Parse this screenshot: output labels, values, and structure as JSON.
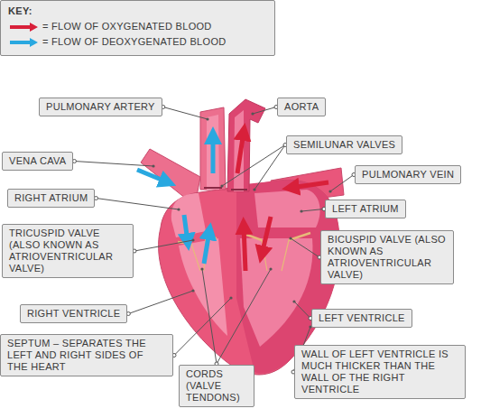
{
  "diagram": {
    "nodes": [
      {
        "text": [
          "KEY:"
        ]
      },
      {
        "text": [
          "PULMONARY ARTERY"
        ]
      },
      {
        "text": [
          "AORTA"
        ]
      },
      {
        "text": [
          "VENA CAVA"
        ]
      },
      {
        "text": [
          "SEMILUNAR VALVES"
        ]
      },
      {
        "text": [
          "PULMONARY VEIN"
        ]
      },
      {
        "text": [
          "RIGHT ATRIUM"
        ]
      },
      {
        "text": [
          "LEFT ATRIUM"
        ]
      },
      {
        "text": [
          "TRICUSPID VALVE (ALSO KNOWN AS ATRIOVENTRICULAR VALVE)"
        ]
      },
      {
        "text": [
          "BICUSPID VALVE (ALSO KNOWN AS ATRIOVENTRICULAR VALVE)"
        ]
      },
      {
        "text": [
          "RIGHT VENTRICLE"
        ]
      },
      {
        "text": [
          "LEFT VENTRICLE"
        ]
      },
      {
        "text": [
          "SEPTUM – SEPARATES THE LEFT AND RIGHT SIDES OF THE HEART"
        ]
      },
      {
        "text": [
          "CORDS (VALVE TENDONS)"
        ]
      },
      {
        "text": [
          "WALL OF LEFT VENTRICLE IS MUCH THICKER THAN THE WALL OF THE RIGHT VENTRICLE"
        ]
      }
    ],
    "legend": [
      {
        "text": "= FLOW OF OXYGENATED BLOOD"
      },
      {
        "text": "= FLOW OF DEOXYGENATED BLOOD"
      }
    ]
  }
}
